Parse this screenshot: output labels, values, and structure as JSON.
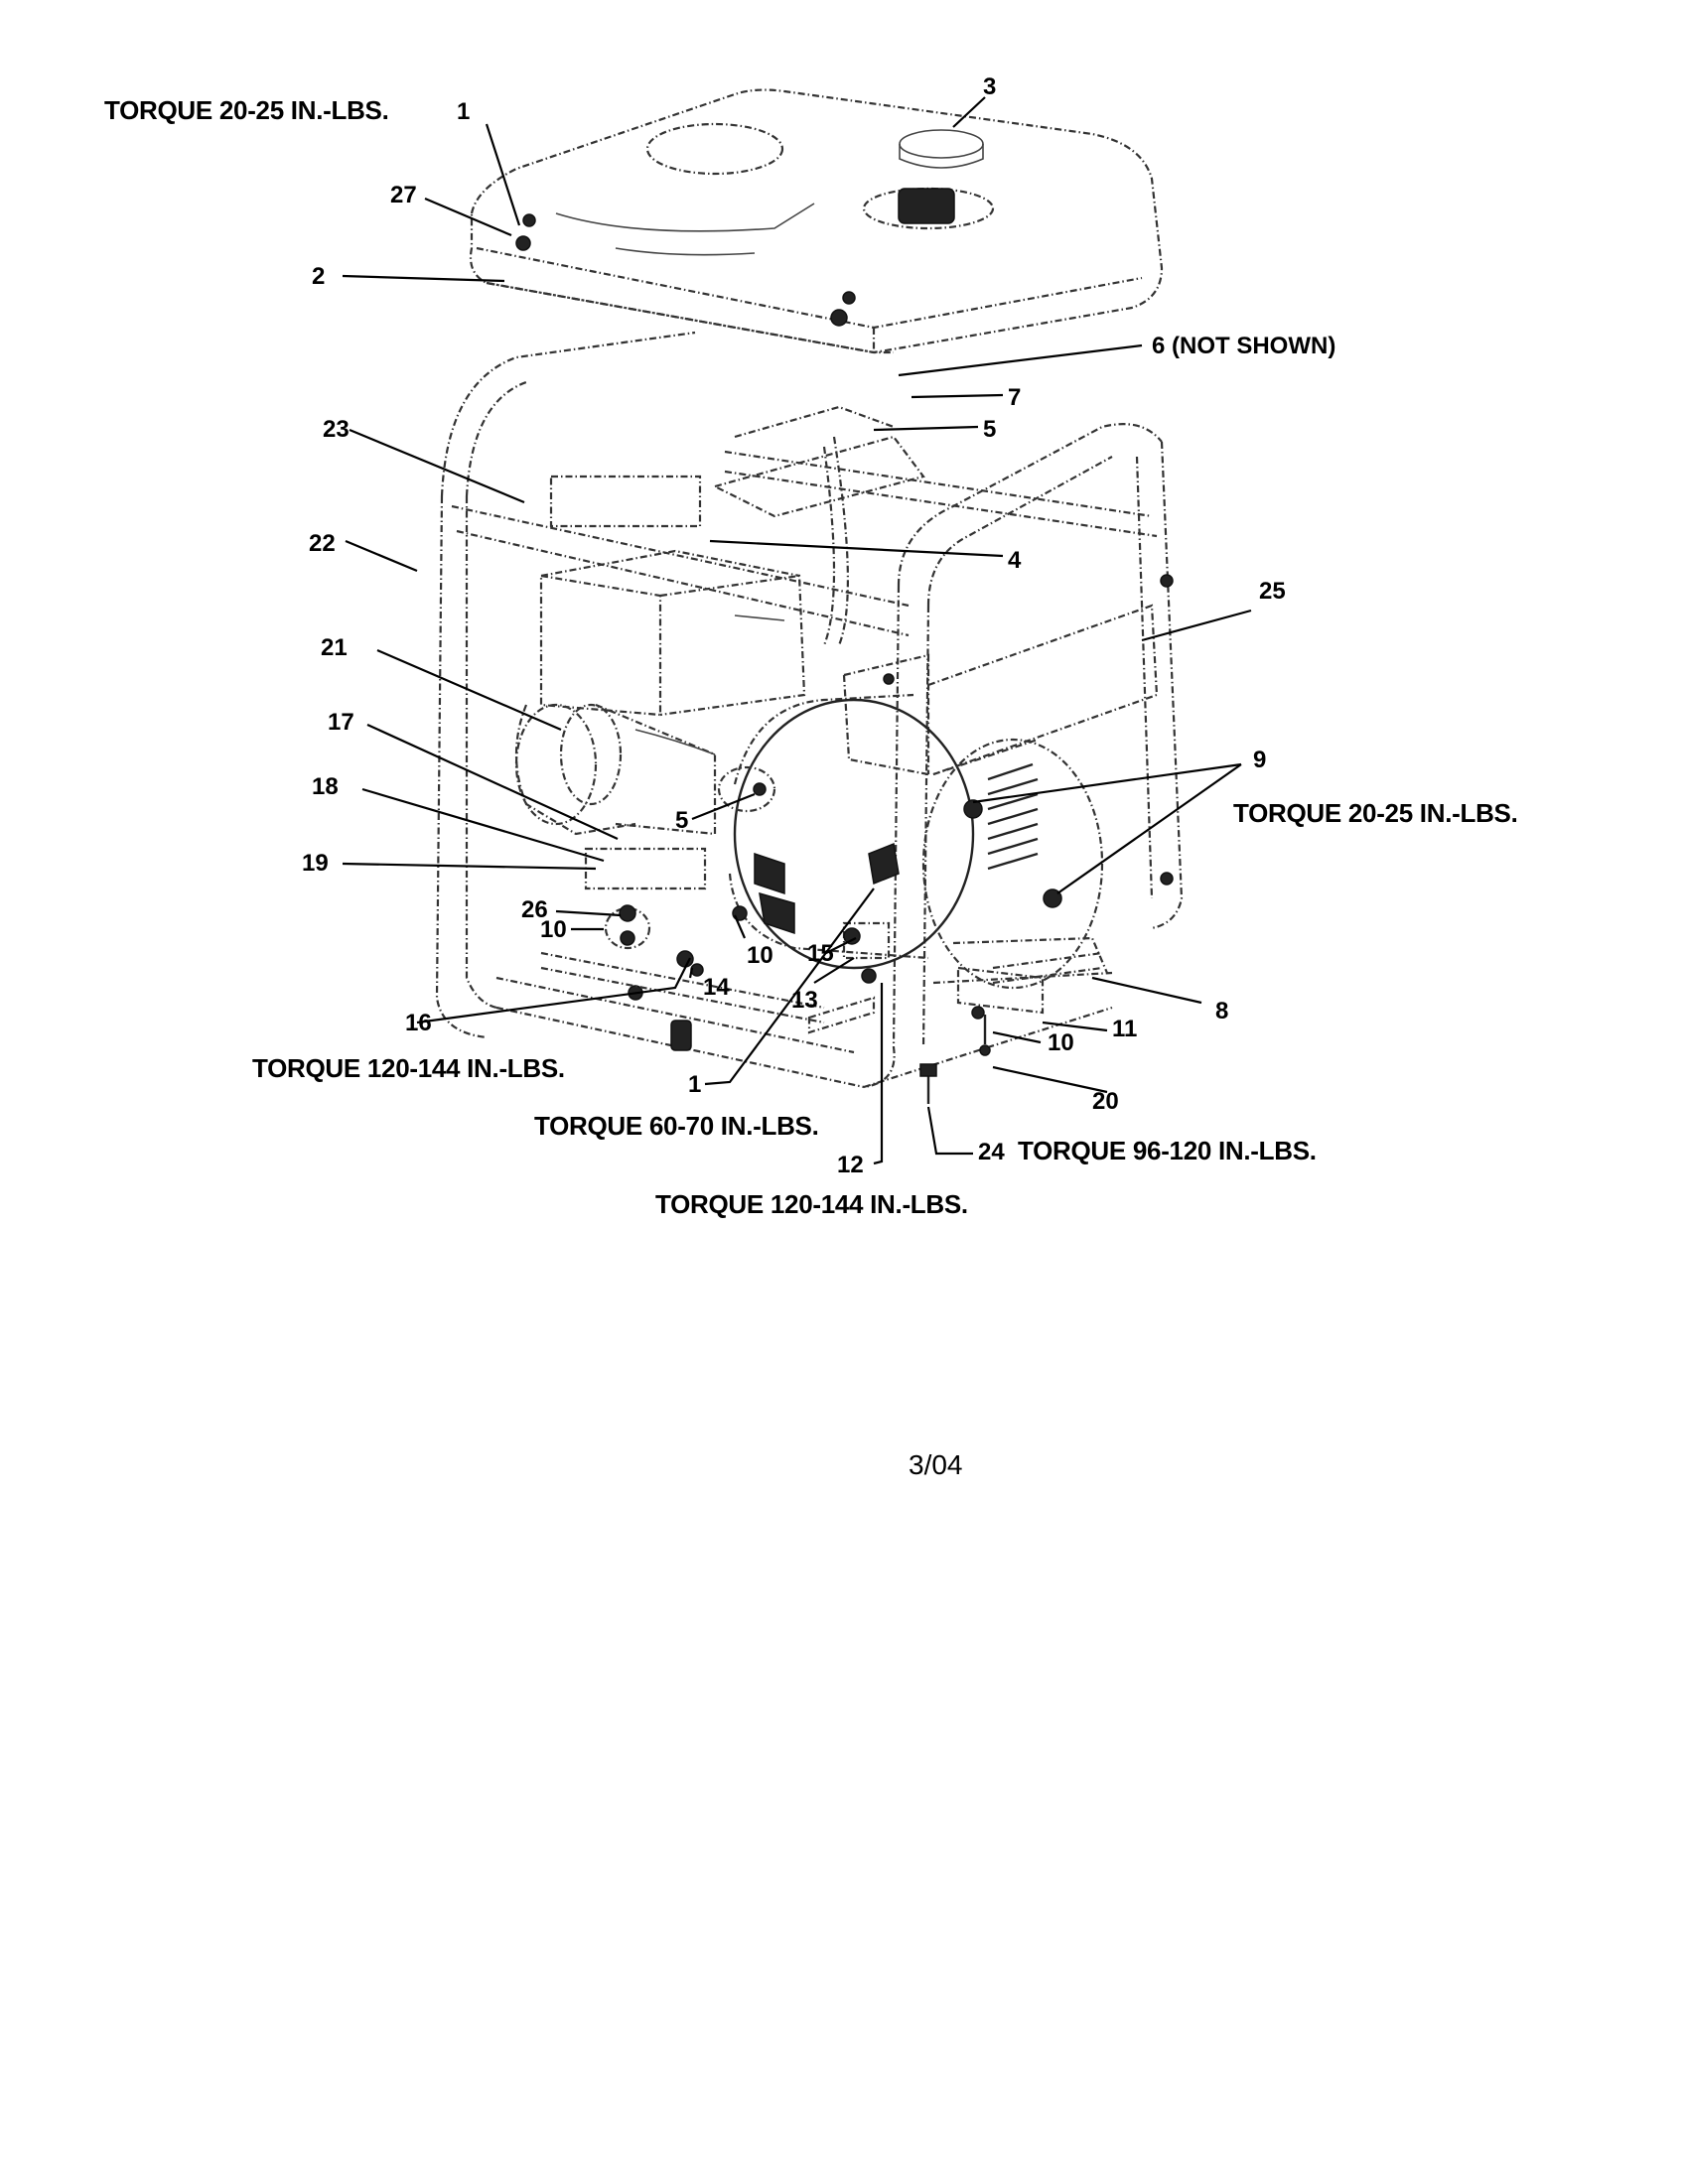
{
  "callouts": {
    "c1_top": "1",
    "c1_bottom": "1",
    "c2": "2",
    "c3": "3",
    "c4": "4",
    "c5_top": "5",
    "c5_mid": "5",
    "c6": "6 (NOT SHOWN)",
    "c7": "7",
    "c8": "8",
    "c9": "9",
    "c10_a": "10",
    "c10_b": "10",
    "c10_c": "10",
    "c11": "11",
    "c12": "12",
    "c13": "13",
    "c14": "14",
    "c15": "15",
    "c16": "16",
    "c17": "17",
    "c18": "18",
    "c19": "19",
    "c20": "20",
    "c21": "21",
    "c22": "22",
    "c23": "23",
    "c24": "24",
    "c25": "25",
    "c26": "26",
    "c27": "27"
  },
  "torque": {
    "top_left": "TORQUE 20-25 IN.-LBS.",
    "right": "TORQUE 20-25 IN.-LBS.",
    "left_bottom": "TORQUE 120-144 IN.-LBS.",
    "center": "TORQUE 60-70 IN.-LBS.",
    "bottom_right": "TORQUE 96-120 IN.-LBS.",
    "bottom": "TORQUE 120-144 IN.-LBS."
  },
  "footer": {
    "date": "3/04"
  }
}
